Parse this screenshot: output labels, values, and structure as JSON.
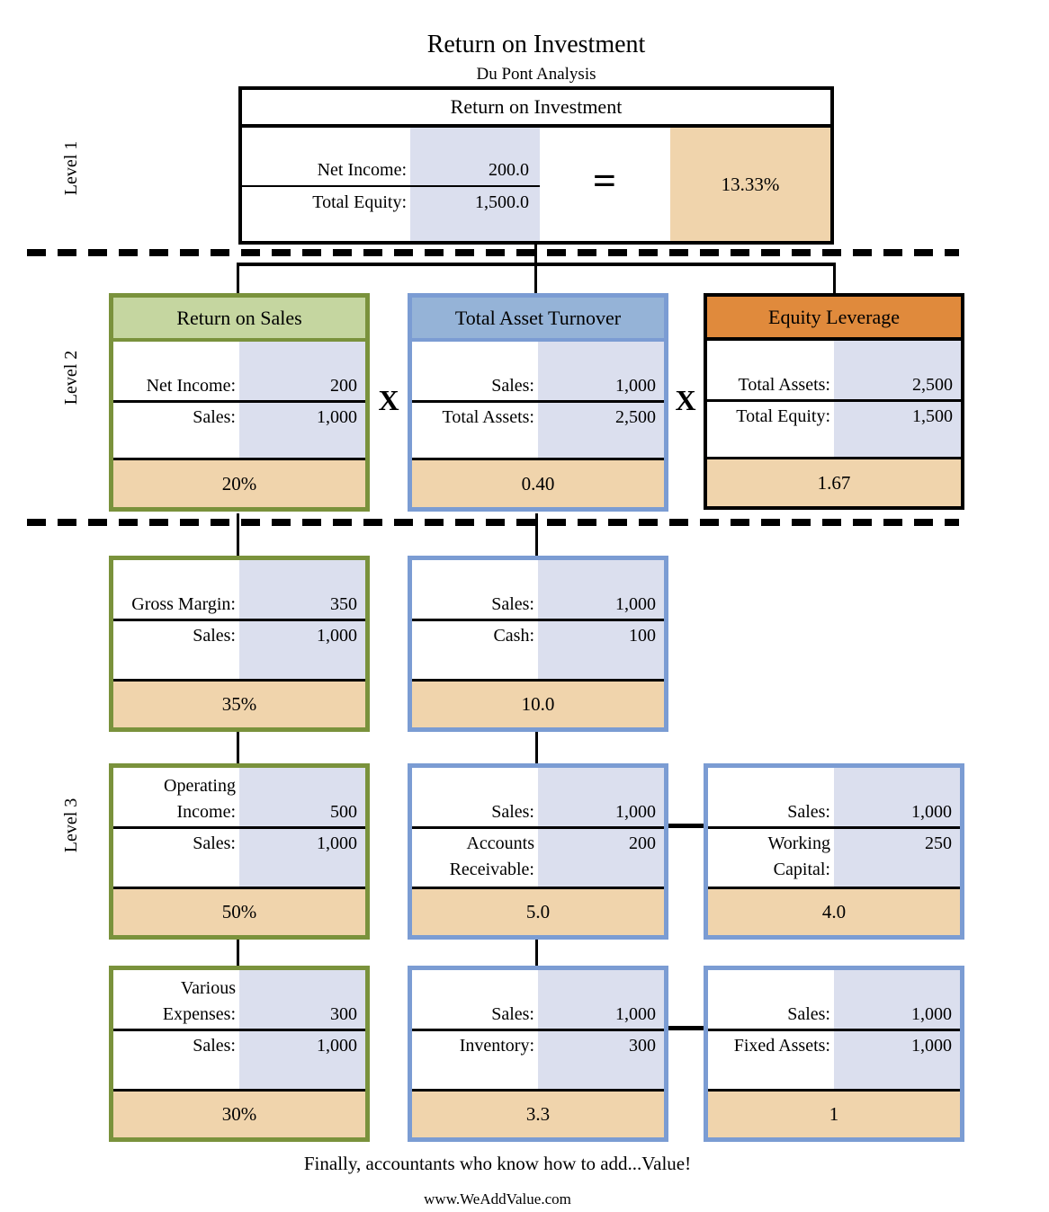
{
  "page": {
    "title": "Return on Investment",
    "subtitle": "Du Pont Analysis",
    "footer": "Finally, accountants who know how to add...Value!",
    "website": "www.WeAddValue.com"
  },
  "colors": {
    "olive_green_border": "#7A923C",
    "green_header_fill": "#C5D6A0",
    "blue_border": "#7B9CD3",
    "blue_header_fill": "#95B3D7",
    "orange_header_fill": "#E08A3C",
    "result_band_tan": "#F0D4AC",
    "shaded_column_blue_gray": "#DBDFEE"
  },
  "level_labels": {
    "level1": "Level 1",
    "level2": "Level 2",
    "level3": "Level 3"
  },
  "level1": {
    "header": "Return on Investment",
    "numerator": {
      "label": "Net Income:",
      "value": "200.0"
    },
    "denominator": {
      "label": "Total Equity:",
      "value": "1,500.0"
    },
    "equals_sign": "=",
    "result": "13.33%"
  },
  "level2": {
    "multiply_sign": "X",
    "boxes": [
      {
        "title": "Return on Sales",
        "num": {
          "label": "Net Income:",
          "value": "200"
        },
        "den": {
          "label": "Sales:",
          "value": "1,000"
        },
        "result": "20%"
      },
      {
        "title": "Total Asset Turnover",
        "num": {
          "label": "Sales:",
          "value": "1,000"
        },
        "den": {
          "label": "Total Assets:",
          "value": "2,500"
        },
        "result": "0.40"
      },
      {
        "title": "Equity Leverage",
        "num": {
          "label": "Total Assets:",
          "value": "2,500"
        },
        "den": {
          "label": "Total Equity:",
          "value": "1,500"
        },
        "result": "1.67"
      }
    ]
  },
  "level3": {
    "rows": [
      {
        "boxes": [
          {
            "num": [
              {
                "label": "Gross Margin:",
                "value": "350"
              }
            ],
            "den": [
              {
                "label": "Sales:",
                "value": "1,000"
              }
            ],
            "result": "35%"
          },
          {
            "num": [
              {
                "label": "Sales:",
                "value": "1,000"
              }
            ],
            "den": [
              {
                "label": "Cash:",
                "value": "100"
              }
            ],
            "result": "10.0"
          }
        ]
      },
      {
        "boxes": [
          {
            "num": [
              {
                "label": "Operating",
                "value": ""
              },
              {
                "label": "Income:",
                "value": "500"
              }
            ],
            "den": [
              {
                "label": "Sales:",
                "value": "1,000"
              }
            ],
            "result": "50%"
          },
          {
            "num": [
              {
                "label": "Sales:",
                "value": "1,000"
              }
            ],
            "den": [
              {
                "label": "Accounts",
                "value": "200"
              },
              {
                "label": "Receivable:",
                "value": ""
              }
            ],
            "result": "5.0"
          },
          {
            "num": [
              {
                "label": "Sales:",
                "value": "1,000"
              }
            ],
            "den": [
              {
                "label": "Working",
                "value": "250"
              },
              {
                "label": "Capital:",
                "value": ""
              }
            ],
            "result": "4.0"
          }
        ]
      },
      {
        "boxes": [
          {
            "num": [
              {
                "label": "Various",
                "value": ""
              },
              {
                "label": "Expenses:",
                "value": "300"
              }
            ],
            "den": [
              {
                "label": "Sales:",
                "value": "1,000"
              }
            ],
            "result": "30%"
          },
          {
            "num": [
              {
                "label": "Sales:",
                "value": "1,000"
              }
            ],
            "den": [
              {
                "label": "Inventory:",
                "value": "300"
              }
            ],
            "result": "3.3"
          },
          {
            "num": [
              {
                "label": "Sales:",
                "value": "1,000"
              }
            ],
            "den": [
              {
                "label": "Fixed Assets:",
                "value": "1,000"
              }
            ],
            "result": "1"
          }
        ]
      }
    ]
  }
}
